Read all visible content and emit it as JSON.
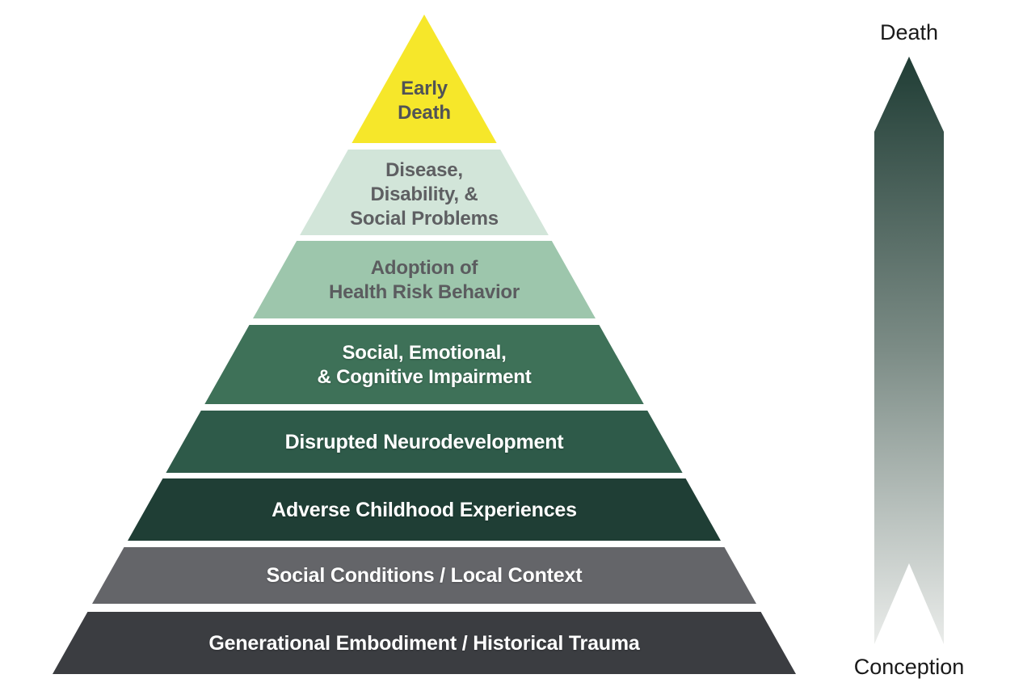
{
  "pyramid": {
    "levels": [
      {
        "label": "Early\nDeath",
        "color": "#f6e72a",
        "text_color": "#515356"
      },
      {
        "label": "Disease,\nDisability, &\nSocial Problems",
        "color": "#d2e5d9",
        "text_color": "#5e5f62"
      },
      {
        "label": "Adoption of\nHealth Risk Behavior",
        "color": "#9dc6ac",
        "text_color": "#5b5c5f"
      },
      {
        "label": "Social, Emotional,\n& Cognitive Impairment",
        "color": "#3e7158",
        "text_color": "#ffffff"
      },
      {
        "label": "Disrupted Neurodevelopment",
        "color": "#2e5a49",
        "text_color": "#ffffff"
      },
      {
        "label": "Adverse Childhood Experiences",
        "color": "#1f3e35",
        "text_color": "#ffffff"
      },
      {
        "label": "Social Conditions / Local Context",
        "color": "#646569",
        "text_color": "#ffffff"
      },
      {
        "label": "Generational Embodiment / Historical Trauma",
        "color": "#3b3d41",
        "text_color": "#ffffff"
      }
    ]
  },
  "timeline": {
    "top_label": "Death",
    "bottom_label": "Conception",
    "gradient_top_color": "#203d35",
    "gradient_mid_color": "#7c8c86",
    "gradient_bottom_color": "#eaecea",
    "label_color": "#1a1a1a"
  }
}
